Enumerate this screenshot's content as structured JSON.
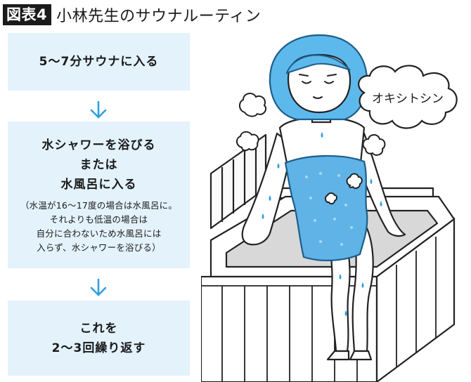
{
  "header": {
    "badge": "図表4",
    "title": "小林先生のサウナルーティン"
  },
  "steps": [
    {
      "main": [
        "5〜7分サウナに入る"
      ]
    },
    {
      "main": [
        "水シャワーを浴びる",
        "または",
        "水風呂に入る"
      ],
      "note": [
        "（水温が16〜17度の場合は水風呂に。",
        "それよりも低温の場合は",
        "自分に合わないため水風呂には",
        "入らず、水シャワーを浴びる）"
      ]
    },
    {
      "main": [
        "これを",
        "2〜3回繰り返す"
      ]
    }
  ],
  "illustration": {
    "speech": "オキシトシン"
  },
  "colors": {
    "box_bg": "#e3f2fb",
    "accent_blue": "#2f9fe3",
    "hair_blue": "#5db9ec",
    "towel_blue": "#5fb3e6"
  }
}
